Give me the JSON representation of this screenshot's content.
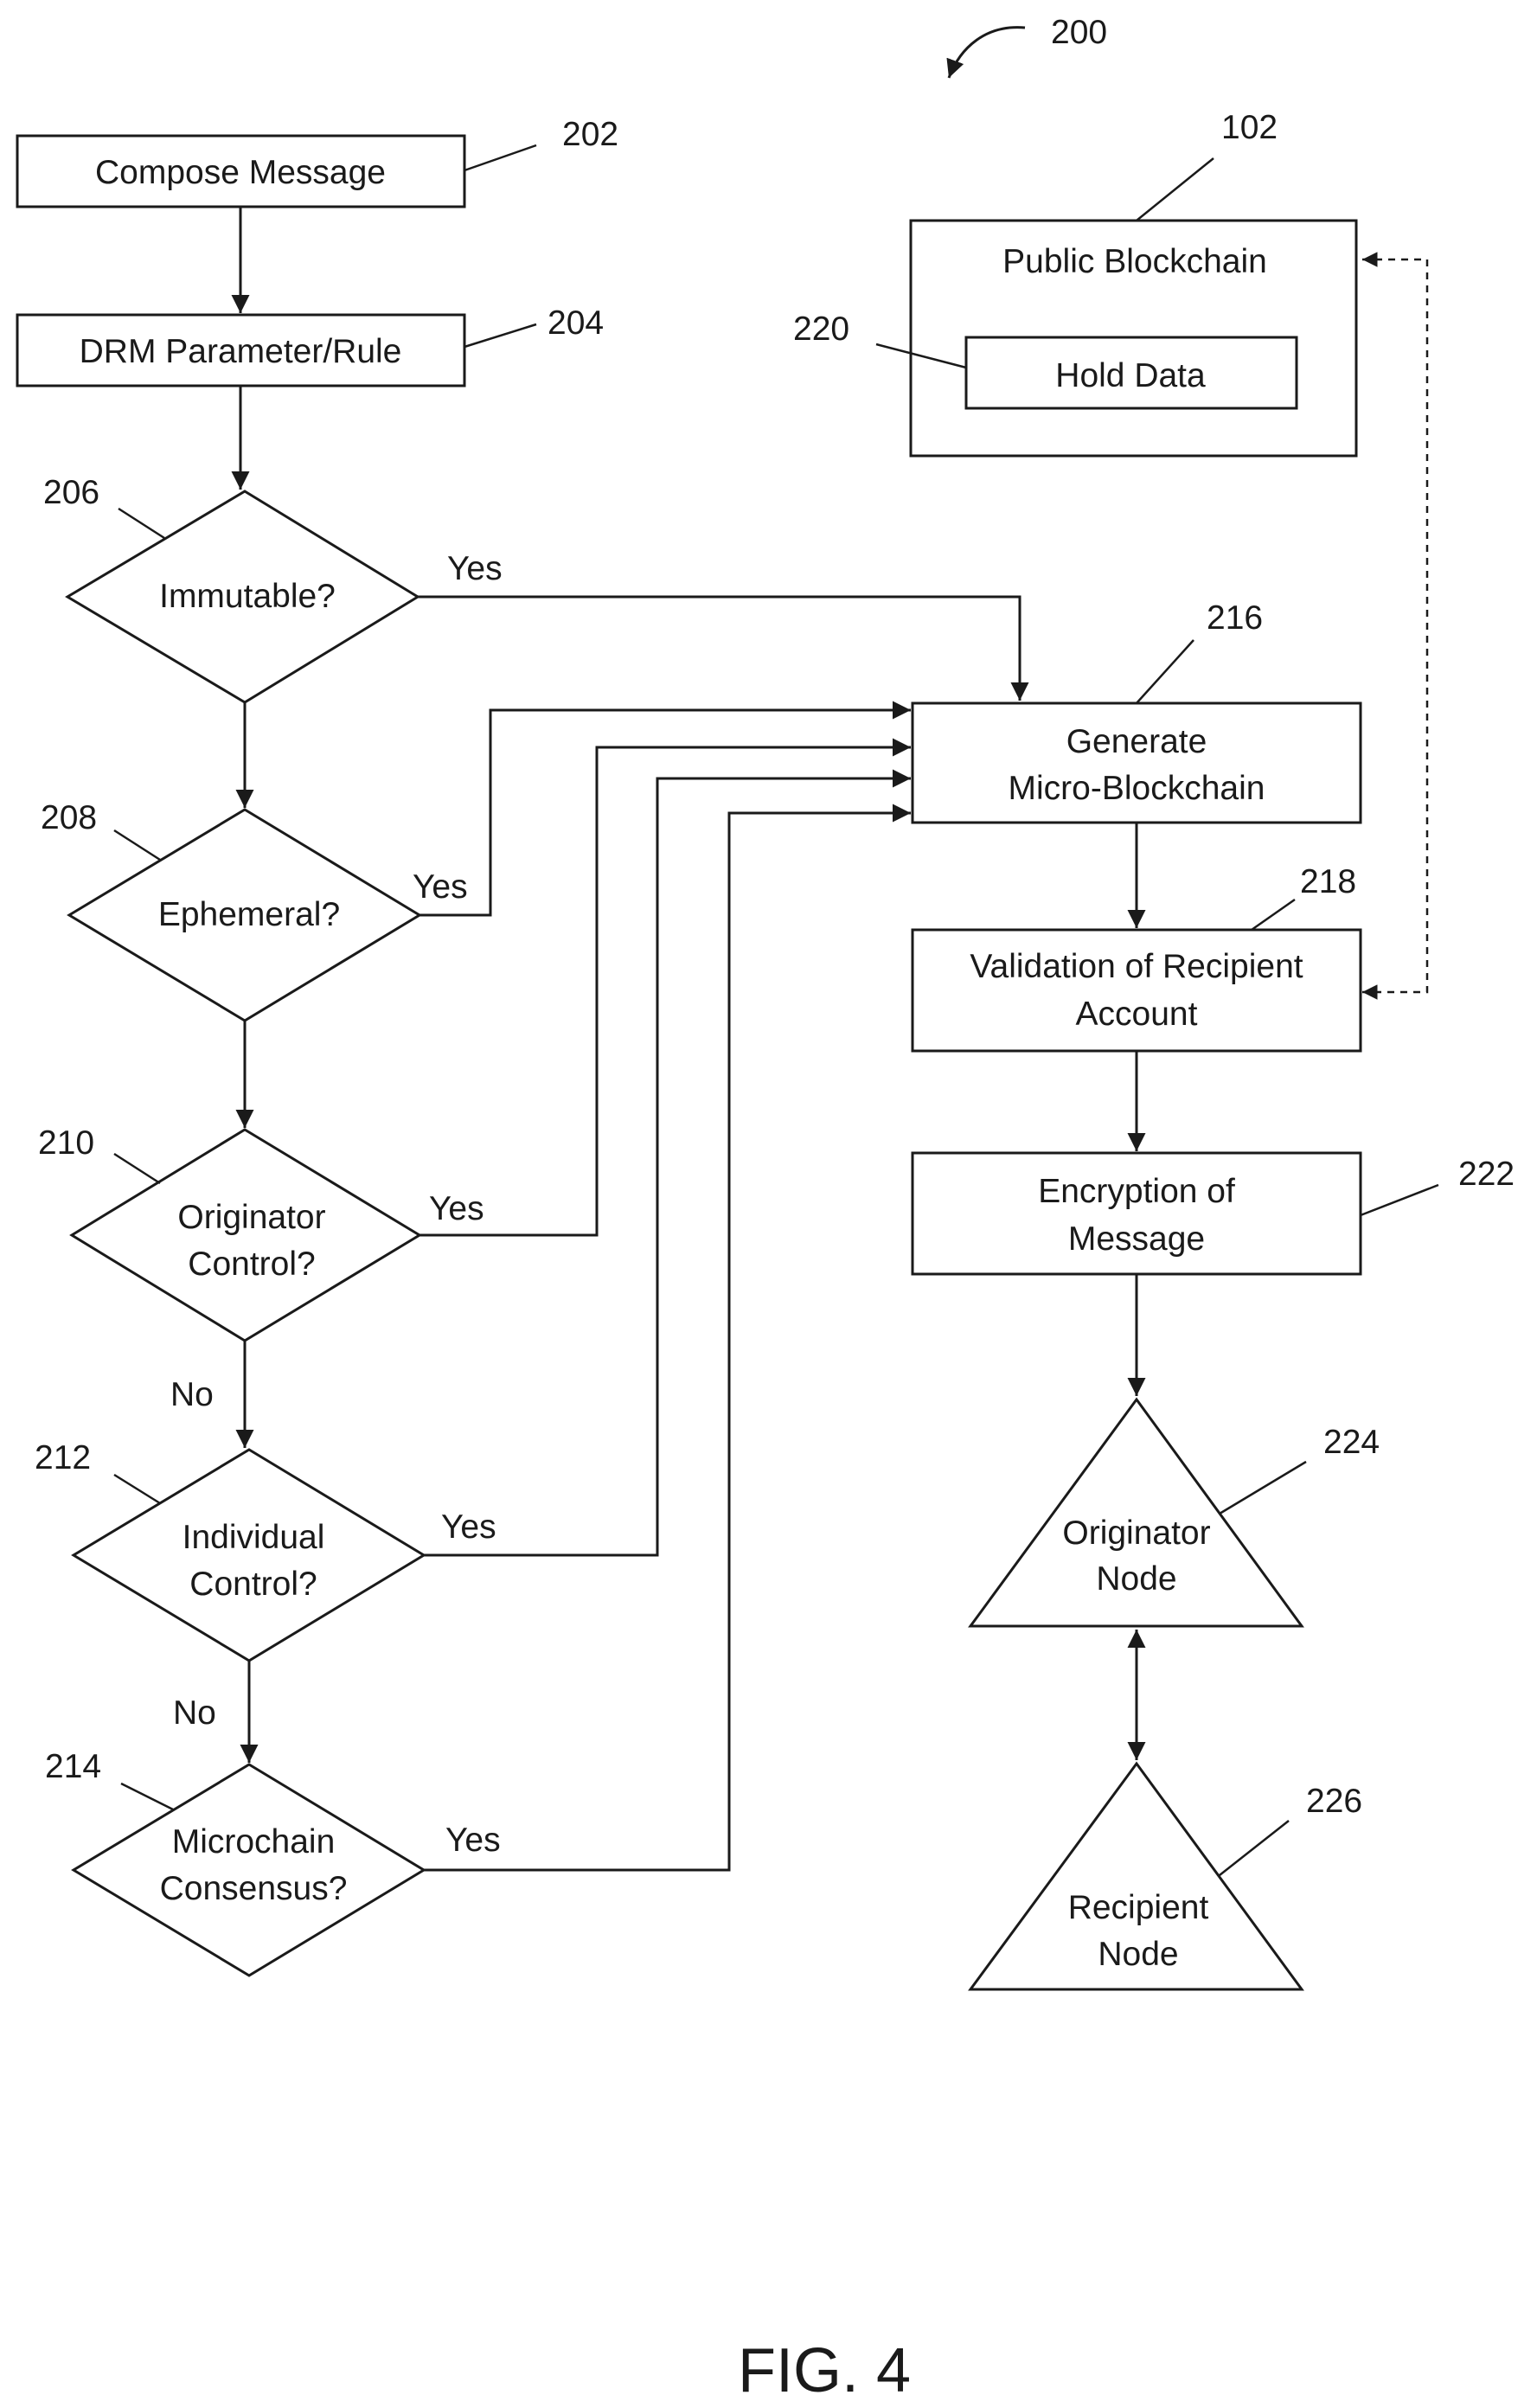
{
  "figure": {
    "number": "200",
    "caption": "FIG. 4"
  },
  "steps": {
    "compose": {
      "ref": "202",
      "label": "Compose Message"
    },
    "drm": {
      "ref": "204",
      "label": "DRM Parameter/Rule"
    },
    "immutable": {
      "ref": "206",
      "label": "Immutable?"
    },
    "ephemeral": {
      "ref": "208",
      "label": "Ephemeral?"
    },
    "originator_control": {
      "ref": "210",
      "line1": "Originator",
      "line2": "Control?"
    },
    "individual_control": {
      "ref": "212",
      "line1": "Individual",
      "line2": "Control?"
    },
    "microchain_consensus": {
      "ref": "214",
      "line1": "Microchain",
      "line2": "Consensus?"
    },
    "generate": {
      "ref": "216",
      "line1": "Generate",
      "line2": "Micro-Blockchain"
    },
    "validation": {
      "ref": "218",
      "line1": "Validation of Recipient",
      "line2": "Account"
    },
    "encryption": {
      "ref": "222",
      "line1": "Encryption of",
      "line2": "Message"
    },
    "originator_node": {
      "ref": "224",
      "line1": "Originator",
      "line2": "Node"
    },
    "recipient_node": {
      "ref": "226",
      "line1": "Recipient",
      "line2": "Node"
    },
    "public_blockchain": {
      "ref": "102",
      "label": "Public Blockchain"
    },
    "hold_data": {
      "ref": "220",
      "label": "Hold Data"
    }
  },
  "branch_labels": {
    "yes": "Yes",
    "no": "No"
  }
}
